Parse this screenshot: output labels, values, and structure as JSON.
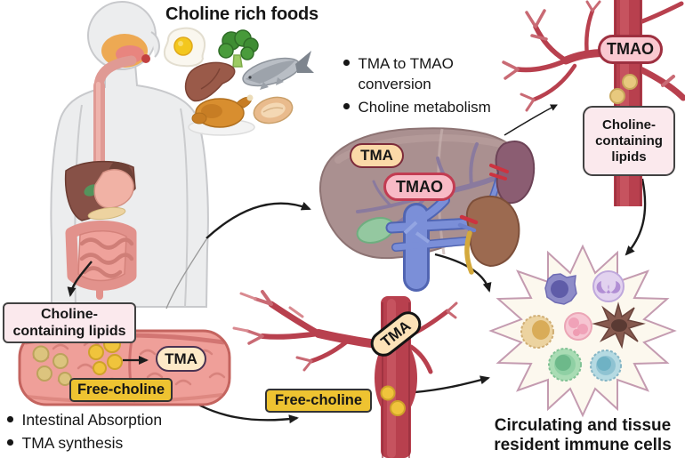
{
  "diagram": {
    "title": "Choline rich foods",
    "foods": [
      "fried egg",
      "broccoli",
      "liver",
      "fish",
      "roasted chicken",
      "nut"
    ],
    "liver_panel": {
      "bullets": [
        "TMA to TMAO conversion",
        "Choline metabolism"
      ],
      "tma_label": "TMA",
      "tmao_label": "TMAO"
    },
    "systemic_vessel": {
      "tmao_label": "TMAO",
      "lipids_label": "Choline-containing lipids"
    },
    "intestine_panel": {
      "lipids_label": "Choline-containing lipids",
      "tma_label": "TMA",
      "free_choline_label": "Free-choline",
      "bullets": [
        "Intestinal Absorption",
        "TMA synthesis"
      ]
    },
    "portal_vessel": {
      "tma_label": "TMA",
      "free_choline_label": "Free-choline"
    },
    "immune_panel": {
      "caption": "Circulating and tissue resident immune cells"
    },
    "colors": {
      "arrow": "#1c1c1c",
      "text": "#161616",
      "pill_tma_bg": "#fbd9a8",
      "pill_tma_border": "#7c2b3a",
      "pill_tmao_bg": "#f8bac6",
      "pill_tmao_border": "#c23c52",
      "pill_vessel_tmao_bg": "#f9c8d0",
      "pill_vessel_tmao_border": "#9e3040",
      "pill_intestine_tma_bg": "#fdeac7",
      "pill_intestine_tma_border": "#4a3352",
      "pill_portal_tma_bg": "#fce2b8",
      "pill_portal_tma_border": "#141414",
      "lipids_box_bg": "#fbe9ed",
      "lipids_box_border": "#424242",
      "free_choline_bg": "#eec331",
      "free_choline_border": "#333333",
      "vessel_red": "#b8404e",
      "lipid_dot": "#f0c43c",
      "starburst_stroke": "#c49bb0",
      "starburst_fill": "#fcf8ee"
    }
  }
}
